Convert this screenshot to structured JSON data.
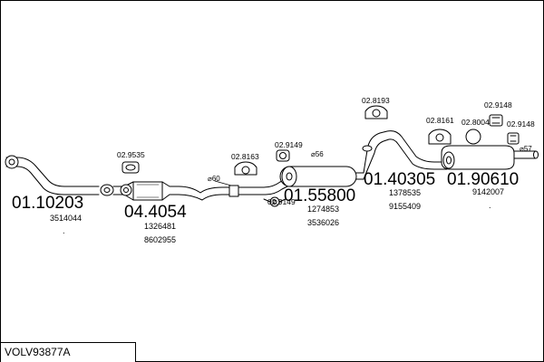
{
  "footer": {
    "code": "VOLV93877A"
  },
  "parts": [
    {
      "number": "01.10203",
      "refs": [
        "3514044"
      ],
      "note": "."
    },
    {
      "number": "04.4054",
      "refs": [
        "1326481",
        "8602955"
      ]
    },
    {
      "number": "01.55800",
      "refs": [
        "1274853",
        "3536026"
      ]
    },
    {
      "number": "01.40305",
      "refs": [
        "1378535",
        "9155409"
      ]
    },
    {
      "number": "01.90610",
      "refs": [
        "9142007"
      ],
      "note": "."
    }
  ],
  "fittings": {
    "f1": "02.9535",
    "f2": "02.8163",
    "f3": "02.9149",
    "f4": "02.9149",
    "f5": "02.8193",
    "f6": "02.8161",
    "f7": "02.8004",
    "f8": "02.9148",
    "f9": "02.9148"
  },
  "diameters": {
    "d1": "⌀60",
    "d2": "⌀56",
    "d3": "⌀57"
  }
}
